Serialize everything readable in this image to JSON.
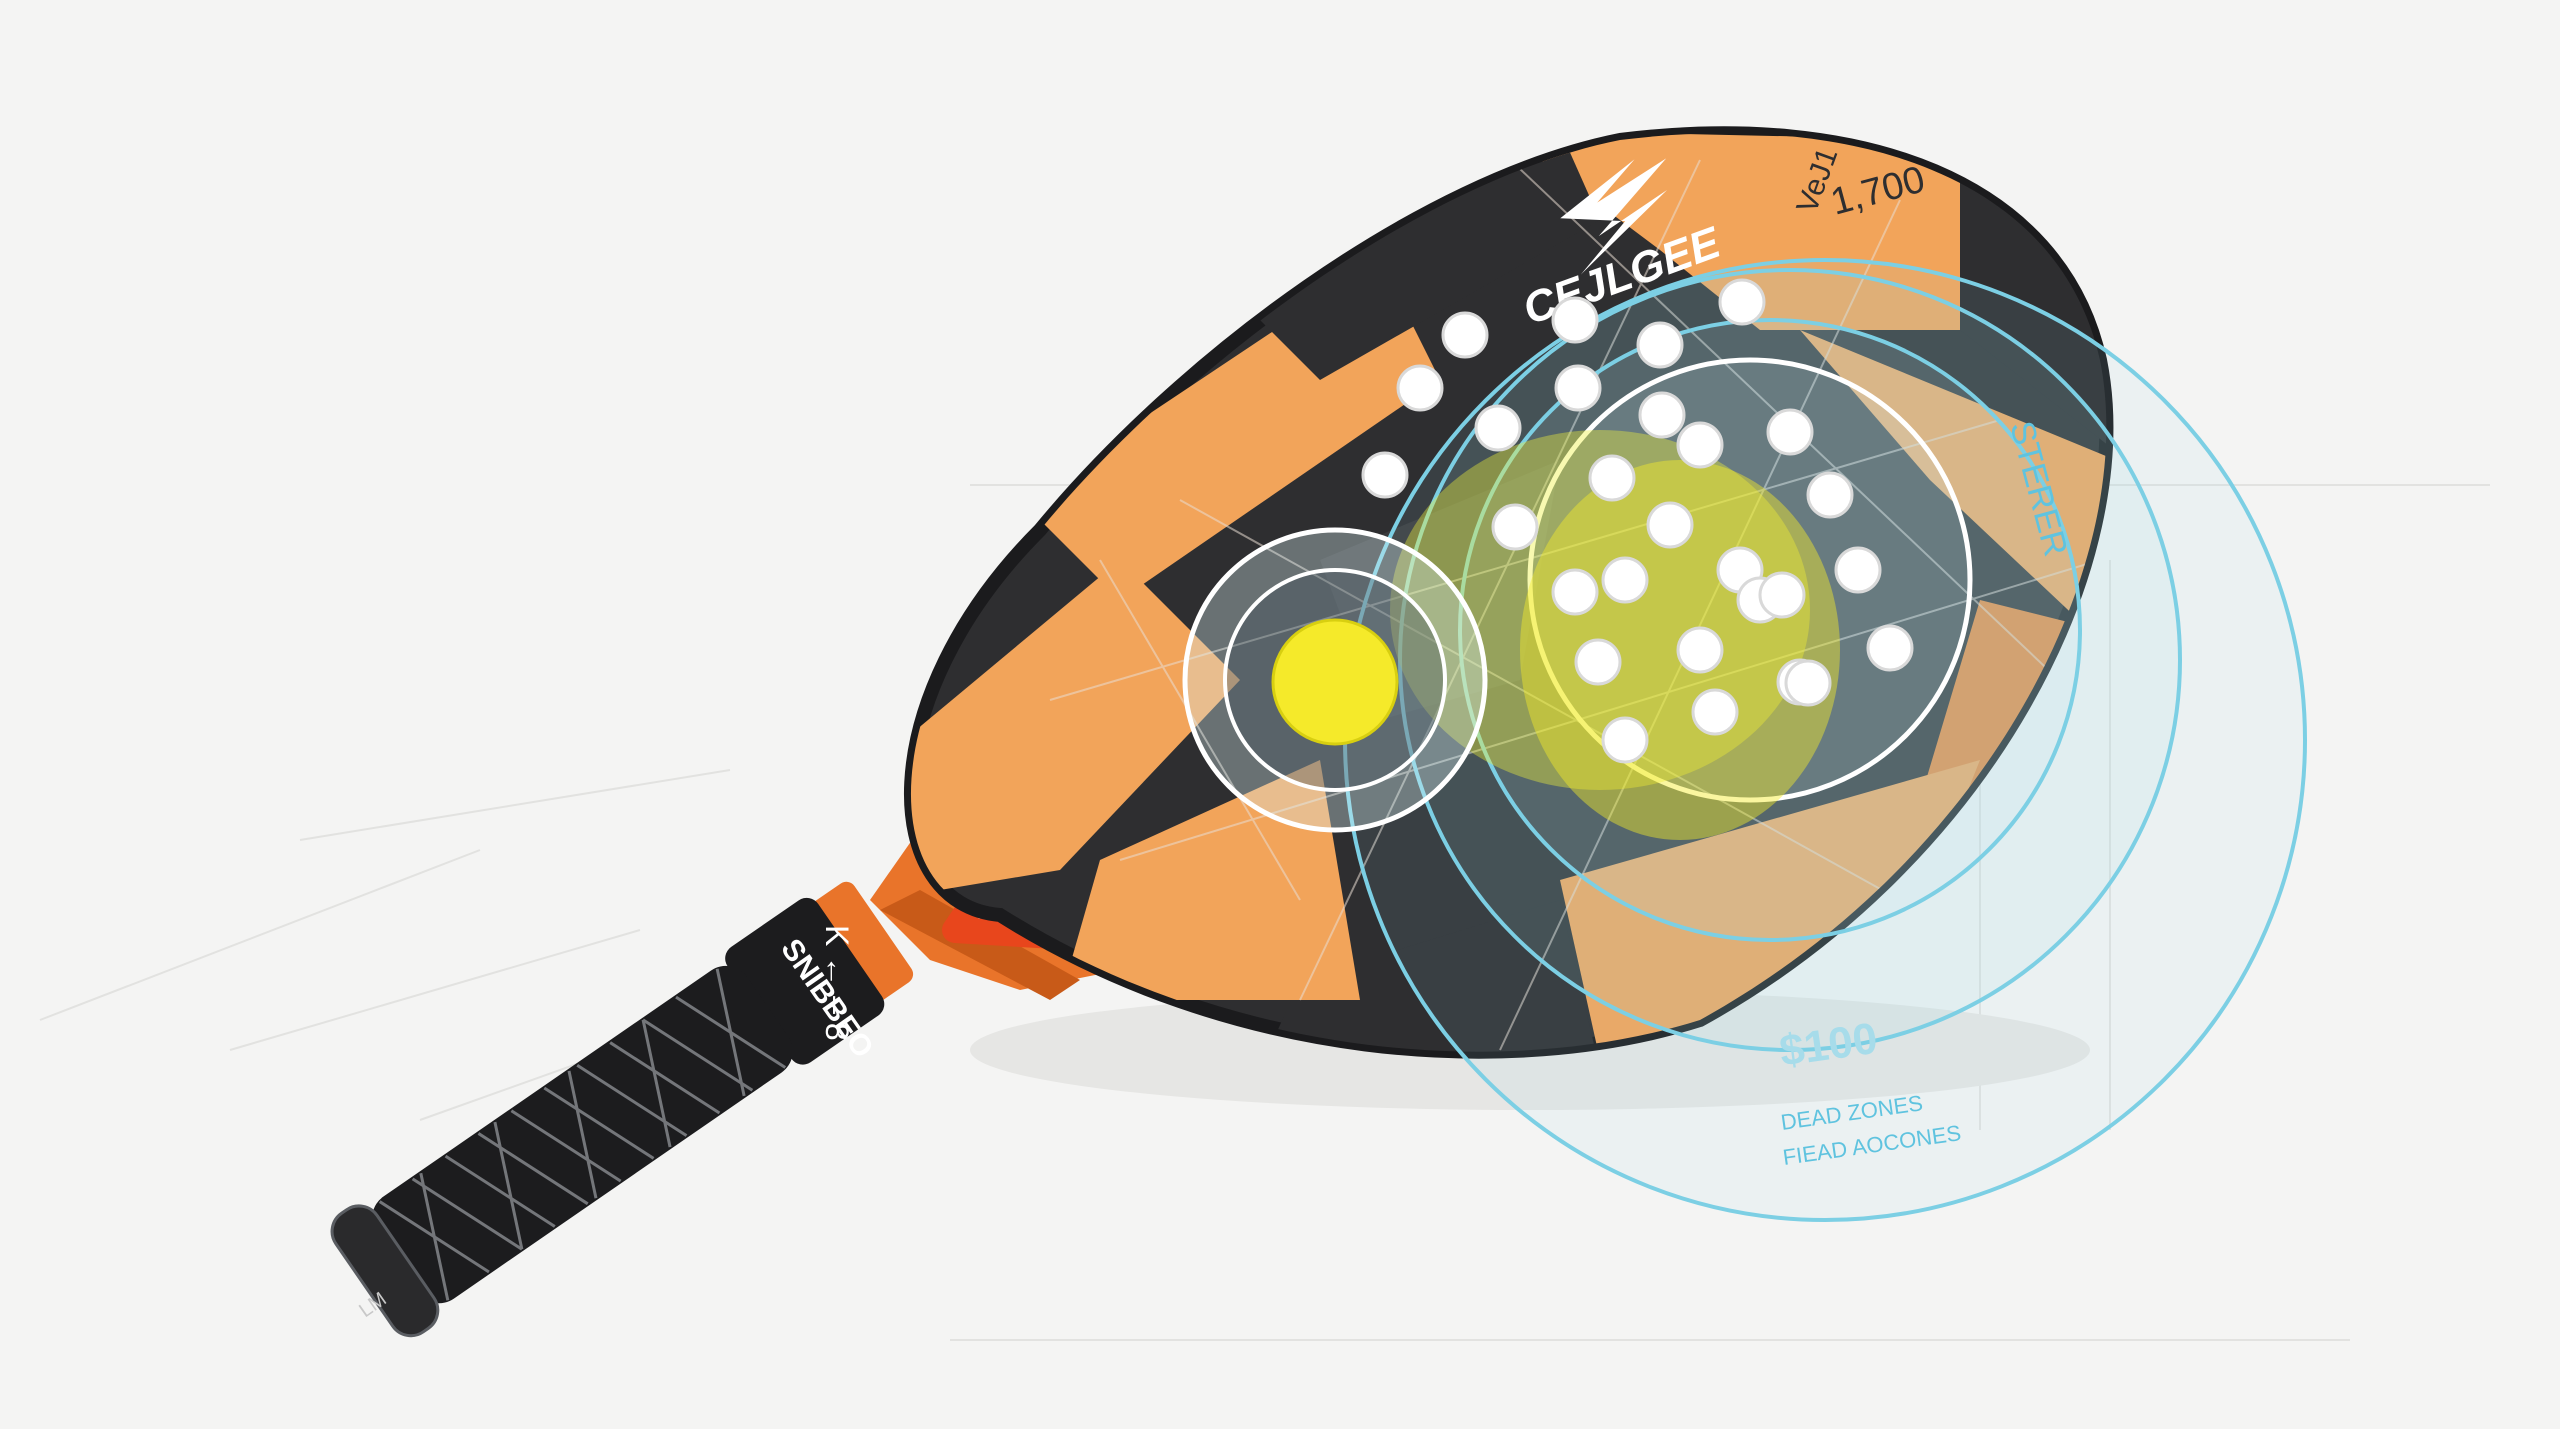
{
  "colors": {
    "background": "#f4f4f3",
    "face_orange": "#f2a45a",
    "face_orange_dark": "#e8873a",
    "face_black": "#2e2e30",
    "frame_orange": "#e9742a",
    "throat_red": "#e8461c",
    "grip_black": "#1c1c1e",
    "ball_yellow": "#f5ea2a",
    "overlay_blue": "#7ccfe4",
    "overlay_text": "#5fc3df"
  },
  "paddle": {
    "logo_text": "CEJLGEE",
    "model_text": "VeJ1",
    "weight_text": "1,700",
    "grip_text": "SNIBBEO",
    "grip_code": "K ← – 8",
    "grip_cap_text": "LM"
  },
  "overlay": {
    "zone_label": "STERER",
    "price_label": "$100",
    "dead_zones_line1": "DEAD ZONES",
    "dead_zones_line2": "FIEAD AOCONES"
  },
  "icons": {
    "logo": "chevron-logo-icon",
    "sweet_spot": "sweet-spot-ball-icon"
  }
}
